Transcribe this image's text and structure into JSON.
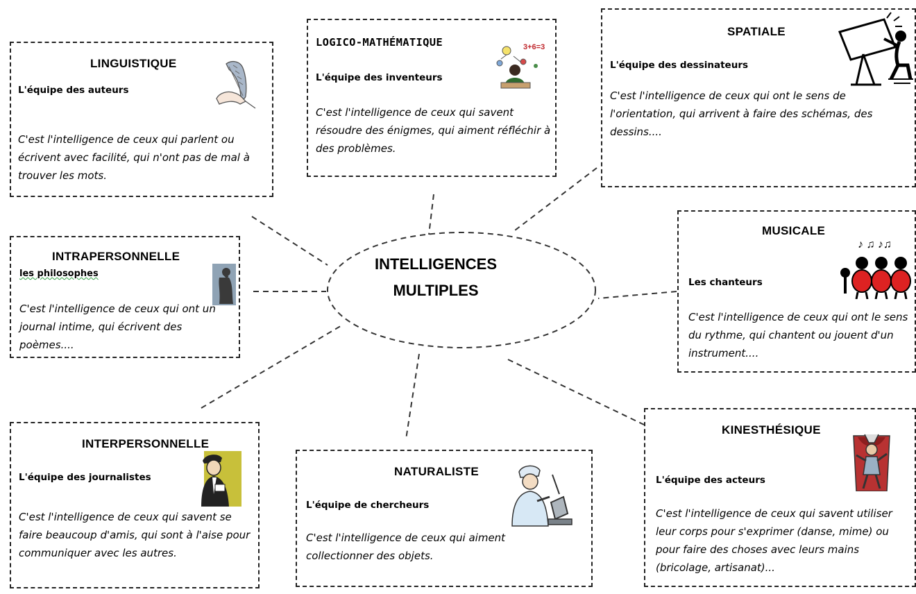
{
  "center": {
    "line1": "INTELLIGENCES",
    "line2": "MULTIPLES"
  },
  "cards": {
    "linguistique": {
      "title": "LINGUISTIQUE",
      "team": "L'équipe des auteurs",
      "desc": "C'est l'intelligence de ceux qui parlent ou écrivent avec facilité, qui n'ont pas de mal à trouver les mots.",
      "icon": "quill-hand-icon"
    },
    "logico": {
      "title": "LOGICO-MATHÉMATIQUE",
      "team": "L'équipe des inventeurs",
      "desc": "C'est l'intelligence de ceux qui savent résoudre des énigmes, qui aiment réfléchir à des problèmes.",
      "icon": "inventor-icon",
      "formula": "3+6=3"
    },
    "spatiale": {
      "title": "SPATIALE",
      "team": "L'équipe des dessinateurs",
      "desc": "C'est l'intelligence de ceux qui ont le sens de l'orientation, qui arrivent à faire des schémas, des dessins....",
      "icon": "drafting-table-icon"
    },
    "intrapersonnelle": {
      "title": "INTRAPERSONNELLE",
      "team": "les philosophes",
      "desc": "C'est l'intelligence de ceux qui ont un journal intime, qui écrivent des poèmes....",
      "icon": "thinker-statue-icon"
    },
    "musicale": {
      "title": "MUSICALE",
      "team": "Les chanteurs",
      "desc": "C'est l'intelligence de ceux qui ont le sens du rythme, qui chantent ou jouent d'un instrument....",
      "icon": "singers-icon"
    },
    "interpersonnelle": {
      "title": "INTERPERSONNELLE",
      "team": "L'équipe des journalistes",
      "desc": "C'est l'intelligence de ceux qui savent se faire beaucoup d'amis, qui sont à l'aise pour communiquer avec les autres.",
      "icon": "journalist-icon"
    },
    "naturaliste": {
      "title": "NATURALISTE",
      "team": "L'équipe de chercheurs",
      "desc": "C'est l'intelligence de ceux qui aiment collectionner des objets.",
      "icon": "scientist-microscope-icon"
    },
    "kinesthesique": {
      "title": "KINESTHÉSIQUE",
      "team": "L'équipe des acteurs",
      "desc": "C'est l'intelligence de ceux qui savent utiliser leur corps pour s'exprimer (danse, mime) ou pour faire des choses avec leurs mains (bricolage, artisanat)...",
      "icon": "actor-icon"
    }
  }
}
